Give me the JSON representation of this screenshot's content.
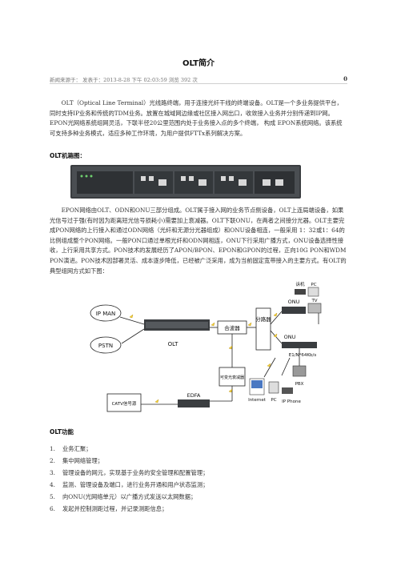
{
  "doc": {
    "title": "OLT简介",
    "meta_left": "新闻来源于：  发表于：2013-8-28 下午 02:03:59 浏览 392 次",
    "meta_right": "0",
    "intro": "OLT（Optical Line Terminal）光线路终端，用于连接光纤干线的终端设备。OLT是一个多业务提供平台，同时支持IP业务和传统的TDM业务。放置在城域网边缘或社区接入网出口，收敛接入业务并分别传递到IP网。EPON光网络系统组网灵活，下联半径20公里范围内处于业务接入点的多个终端， 构成 EPON系统网络。该系统可支持多种业务模式，适应多种工作环境，为用户提供FTTx系列解决方案。",
    "heading_photo": "OLT机箱图：",
    "body2": "EPON网络由OLT、ODN和ONU三部分组成。OLT属于接入网的业务节点侧设备，OLT上连局端设备，如果光信号过于强(有时因为距离短光信号损耗小)需要加上衰减器。OLT下联ONU，在两者之间接分光器。OLT主要完成PON网络的上行接入和通过ODN网络（光纤和无源分光器组成）和ONU设备相连，一般采用 1：32或1：64的比例组成整个PON网络。一般PON口通过单根光纤和ODN网相连，ONU下行采用广播方式，ONU设备选择性接收，上行采用共享方式。PON技术的发展经历了APON/BPON、EPON和GPON的过程，正向10G  PON和WDM PON演进。PON技术因部署灵活、成本逐步降低，已经被广泛采用，成为当前固定宽带接入的主要方式。有OLT的典型组网方式如下图：",
    "heading_functions": "OLT功能",
    "functions": [
      {
        "n": "1.",
        "text": "业务汇聚；"
      },
      {
        "n": "2.",
        "text": "集中网络管理；"
      },
      {
        "n": "3.",
        "text": "管理设备的网元，实现基于业务的安全管理和配置管理；"
      },
      {
        "n": "4.",
        "text": "监测、管理设备及端口，进行业务开通和用户状态监测；"
      },
      {
        "n": "5.",
        "text": "向ONU(光网络单元）以广播方式发送以太网数据；"
      },
      {
        "n": "6.",
        "text": "发起并控制测距过程，并记录测距信息；"
      }
    ]
  },
  "diagram": {
    "ip_man": "IP MAN",
    "pstn": "PSTN",
    "olt": "OLT",
    "combiner": "合波器",
    "splitter": "分路器",
    "attenuator": "可变光衰减器",
    "edfa": "EDFA",
    "catv": "CATV信号源",
    "onu_top": "ONU",
    "onu_mid": "ONU",
    "settop": "诉机",
    "pc_top": "PC",
    "tv": "TV",
    "e1": "E1/N*64Kb/s",
    "pbx": "PBX",
    "internet": "Internet",
    "pc_bottom": "PC",
    "ipphone": "IP Phone"
  }
}
